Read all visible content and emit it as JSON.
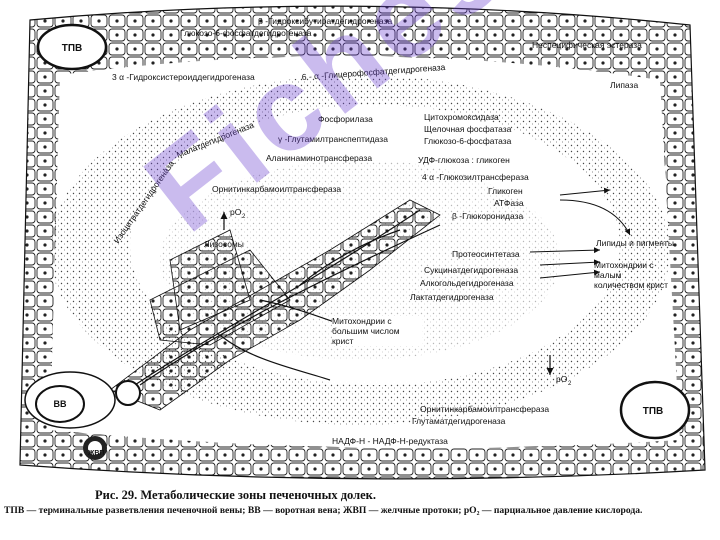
{
  "labels": {
    "tpv_top": "ТПВ",
    "tpv_bottom": "ТПВ",
    "vv": "ВВ",
    "zhvp": "ЖВП",
    "beta_hydroxybutyrate": "β -Гидроксибутиратдегидрогеназа",
    "glucose6p_dh": "Глюкозо-6-фосфатдегидрогеназа",
    "nonspecific_esterase": "Неспецифическая эстераза",
    "alpha3_hsd": "3 α -Гидроксистероиддегидрогеназа",
    "alpha6_glycerophosphate_dh": "6 - α -Глицерофосфатдегидрогеназа",
    "lipase": "Липаза",
    "malate_dh": "Малатдегидрогеназа",
    "isocitrate_dh": "Изоцитратдегидрогеназа",
    "phosphorylase": "Фосфорилаза",
    "ggt": "γ -Глутамилтранспептидаза",
    "alanine_at": "Аланинаминотрансфераза",
    "ornithine_ct": "Орнитинкарбамоилтрансфераза",
    "cytochrome_oxidase": "Цитохромоксидаза",
    "alkaline_phosphatase": "Щелочная фосфатаза",
    "glucose6_phosphatase": "Глюкозо-6-фосфатаза",
    "udp_glucose": "УДФ-глюкоза : гликоген",
    "alpha4_glucanotransferase": "4 α -Глюкозилтрансфераза",
    "glycogen": "Гликоген",
    "atpase": "АТФаза",
    "beta_glucuronidase": "β -Глюкоронидаза",
    "po2_up": "pO",
    "lysosomes": "Лизосомы",
    "proteosynthesis": "Протеосинтетаза",
    "lipids_pigments": "Липиды и пигменты",
    "succinate_dh": "Сукцинатдегидрогеназа",
    "alcohol_dh": "Алкогольдегидрогеназа",
    "lactate_dh": "Лактатдегидрогеназа",
    "mito_few_cristae": "Митохондрии с малым количеством крист",
    "mito_many_cristae": "Митохондрии с большим числом крист",
    "po2_down": "pO",
    "ornithine_ct2": "Орнитинкарбамоилтрансфераза",
    "glutamate_dh": "Глутаматдегидрогеназа",
    "nadph_reductase": "НАДФ-Н - НАДФ-Н-редуктаза"
  },
  "caption": {
    "title": "Рис. 29. Метаболические зоны печеночных долек.",
    "text": "ТПВ — терминальные разветвления печеночной вены; ВВ — воротная вена; ЖВП — желчные протоки; pO₂ — парциальное давление кислорода."
  },
  "watermark": "Fiches",
  "colors": {
    "ink": "#111111",
    "watermark": "#6a3fd1"
  }
}
